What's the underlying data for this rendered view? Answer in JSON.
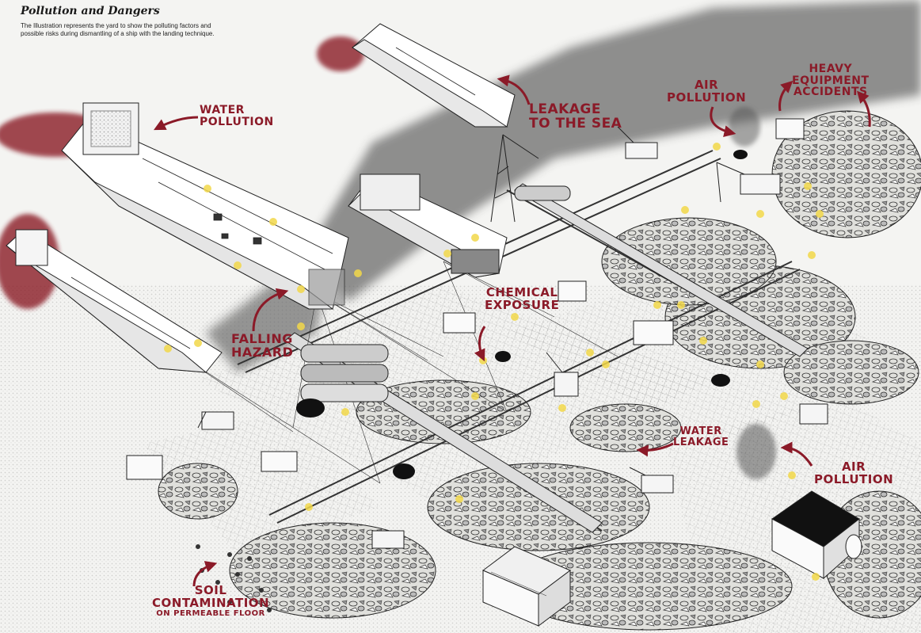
{
  "header": {
    "title": "Pollution and Dangers",
    "description": "The Illustration represents the yard to show the polluting factors and possible risks during dismantling of a ship with the landing technique."
  },
  "labels": {
    "water_pollution": [
      "WATER",
      "POLLUTION"
    ],
    "leakage_sea": [
      "LEAKAGE",
      "TO THE SEA"
    ],
    "air_pollution_top": [
      "AIR",
      "POLLUTION"
    ],
    "heavy_equipment": [
      "HEAVY",
      "EQUIPMENT",
      "ACCIDENTS"
    ],
    "falling_hazard": [
      "FALLING",
      "HAZARD"
    ],
    "chemical_exposure": [
      "CHEMICAL",
      "EXPOSURE"
    ],
    "water_leakage": [
      "WATER",
      "LEAKAGE"
    ],
    "air_pollution_bottom": [
      "AIR",
      "POLLUTION"
    ],
    "soil_contamination": [
      "SOIL",
      "CONTAMINATION",
      "ON PERMEABLE FLOOR"
    ]
  },
  "colors": {
    "accent": "#8b1a28",
    "ink": "#1a1a1a",
    "ground": "#f4f4f2",
    "sea": "#3a3a3a"
  }
}
